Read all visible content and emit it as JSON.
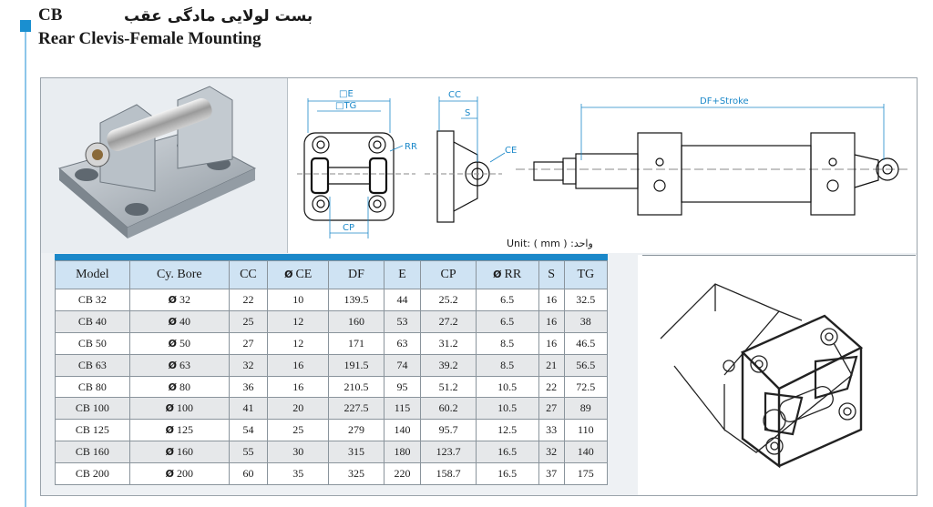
{
  "header": {
    "code": "CB",
    "title_fa": "بست لولایی مادگی عقب",
    "title_en": "Rear Clevis-Female Mounting"
  },
  "drawing": {
    "labels": {
      "e": "□E",
      "tg": "□TG",
      "rr": "RR",
      "cp": "CP",
      "cc": "CC",
      "s": "S",
      "ce": "CE",
      "df_stroke": "DF+Stroke"
    }
  },
  "unit_label": "Unit: ( mm ) :واحد",
  "table": {
    "columns": [
      {
        "label": "Model"
      },
      {
        "label": "Cy. Bore"
      },
      {
        "label": "CC"
      },
      {
        "label": "CE",
        "prefix": "Ø"
      },
      {
        "label": "DF"
      },
      {
        "label": "E"
      },
      {
        "label": "CP"
      },
      {
        "label": "RR",
        "prefix": "Ø"
      },
      {
        "label": "S"
      },
      {
        "label": "TG"
      }
    ],
    "bore_prefix": "Ø",
    "rows": [
      [
        "CB 32",
        "32",
        "22",
        "10",
        "139.5",
        "44",
        "25.2",
        "6.5",
        "16",
        "32.5"
      ],
      [
        "CB 40",
        "40",
        "25",
        "12",
        "160",
        "53",
        "27.2",
        "6.5",
        "16",
        "38"
      ],
      [
        "CB 50",
        "50",
        "27",
        "12",
        "171",
        "63",
        "31.2",
        "8.5",
        "16",
        "46.5"
      ],
      [
        "CB 63",
        "63",
        "32",
        "16",
        "191.5",
        "74",
        "39.2",
        "8.5",
        "21",
        "56.5"
      ],
      [
        "CB 80",
        "80",
        "36",
        "16",
        "210.5",
        "95",
        "51.2",
        "10.5",
        "22",
        "72.5"
      ],
      [
        "CB 100",
        "100",
        "41",
        "20",
        "227.5",
        "115",
        "60.2",
        "10.5",
        "27",
        "89"
      ],
      [
        "CB 125",
        "125",
        "54",
        "25",
        "279",
        "140",
        "95.7",
        "12.5",
        "33",
        "110"
      ],
      [
        "CB 160",
        "160",
        "55",
        "30",
        "315",
        "180",
        "123.7",
        "16.5",
        "32",
        "140"
      ],
      [
        "CB 200",
        "200",
        "60",
        "35",
        "325",
        "220",
        "158.7",
        "16.5",
        "37",
        "175"
      ]
    ]
  },
  "colors": {
    "accent": "#1a8fd0",
    "table_header_bg": "#cfe3f3",
    "table_alt_row": "#e6e8ea",
    "dimension_blue": "#1b88c9"
  }
}
